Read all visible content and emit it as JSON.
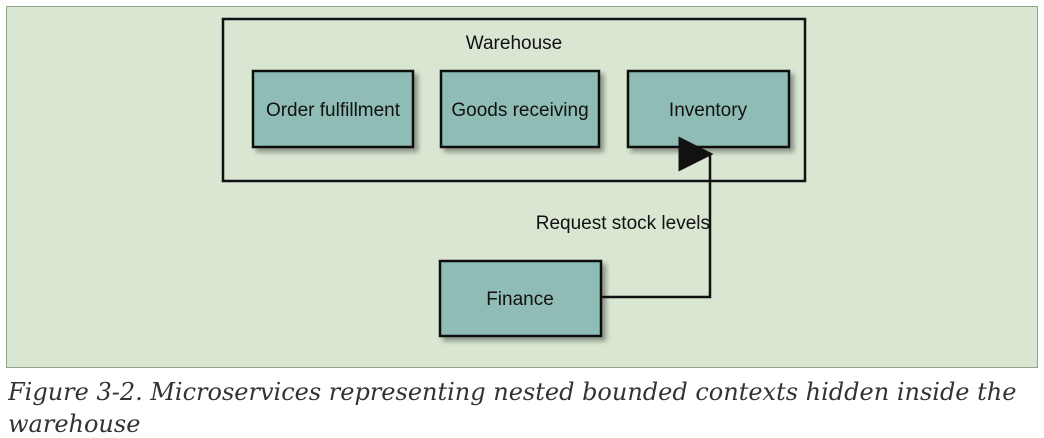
{
  "diagram": {
    "container": {
      "label": "Warehouse"
    },
    "services": {
      "order_fulfillment": "Order fulfillment",
      "goods_receiving": "Goods receiving",
      "inventory": "Inventory",
      "finance": "Finance"
    },
    "edge_label": "Request stock levels"
  },
  "caption": "Figure 3-2. Microservices representing nested bounded contexts hidden inside the warehouse",
  "colors": {
    "background": "#d9e6d2",
    "box_fill": "#8fbcb4",
    "line": "#111111"
  }
}
